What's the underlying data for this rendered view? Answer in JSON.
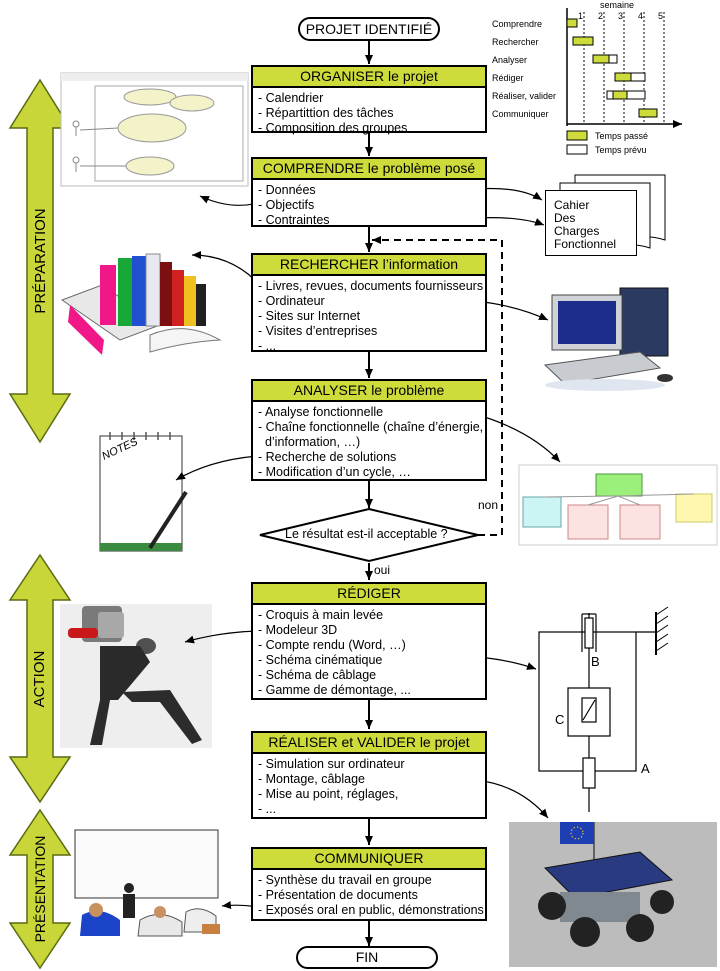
{
  "start": "PROJET IDENTIFIÉ",
  "end": "FIN",
  "steps": [
    {
      "title": "ORGANISER le projet",
      "items": [
        "- Calendrier",
        "- Répartittion des tâches",
        "- Composition des groupes"
      ]
    },
    {
      "title": "COMPRENDRE le problème posé",
      "items": [
        "- Données",
        "- Objectifs",
        "- Contraintes"
      ]
    },
    {
      "title": "RECHERCHER l’information",
      "items": [
        "- Livres, revues, documents fournisseurs",
        "- Ordinateur",
        "- Sites sur Internet",
        "- Visites d’entreprises",
        "- ..."
      ]
    },
    {
      "title": "ANALYSER le problème",
      "items": [
        "- Analyse fonctionnelle",
        "- Chaîne fonctionnelle (chaîne d’énergie,",
        "  d’information, …)",
        "- Recherche de solutions",
        "- Modification d’un cycle, …"
      ]
    },
    {
      "title": "RÉDIGER",
      "items": [
        "- Croquis à main levée",
        "- Modeleur 3D",
        "- Compte rendu (Word, …)",
        "- Schéma cinématique",
        "- Schéma de câblage",
        "- Gamme de démontage, ..."
      ]
    },
    {
      "title": "RÉALISER et VALIDER le projet",
      "items": [
        "- Simulation sur ordinateur",
        "- Montage, câblage",
        "- Mise au point, réglages,",
        "- ..."
      ]
    },
    {
      "title": "COMMUNIQUER",
      "items": [
        "- Synthèse du travail en groupe",
        "- Présentation de documents",
        "- Exposés oral en public, démonstrations"
      ]
    }
  ],
  "decision": {
    "question": "Le résultat est-il acceptable ?",
    "no": "non",
    "yes": "oui"
  },
  "phases": [
    "PRÉPARATION",
    "ACTION",
    "PRÉSENTATION"
  ],
  "cdc": [
    "Cahier",
    "Des",
    "Charges",
    "Fonctionnel"
  ],
  "gantt": {
    "header": "semaine",
    "weeks": [
      "1",
      "2",
      "3",
      "4",
      "5"
    ],
    "tasks": [
      {
        "name": "Comprendre",
        "passe": [
          0,
          0.5
        ],
        "prevu": [
          0,
          0.5
        ]
      },
      {
        "name": "Rechercher",
        "passe": [
          0.3,
          1.3
        ],
        "prevu": [
          0.3,
          1.3
        ]
      },
      {
        "name": "Analyser",
        "passe": [
          1.3,
          2.1
        ],
        "prevu": [
          1.3,
          2.5
        ]
      },
      {
        "name": "Rédiger",
        "passe": [
          2.4,
          3.2
        ],
        "prevu": [
          2.4,
          3.9
        ]
      },
      {
        "name": "Réaliser, valider",
        "passe": [
          2.3,
          3.0
        ],
        "prevu": [
          2.0,
          3.9
        ]
      },
      {
        "name": "Communiquer",
        "passe": [
          3.6,
          4.5
        ],
        "prevu": [
          3.6,
          4.5
        ]
      }
    ],
    "legend_done": "Temps passé",
    "legend_planned": "Temps prévu"
  },
  "kinematic_labels": [
    "B",
    "C",
    "A"
  ],
  "colors": {
    "header": "#cddc3a",
    "arrow": "#c8d63a",
    "arrow_stroke": "#5a6a10"
  }
}
